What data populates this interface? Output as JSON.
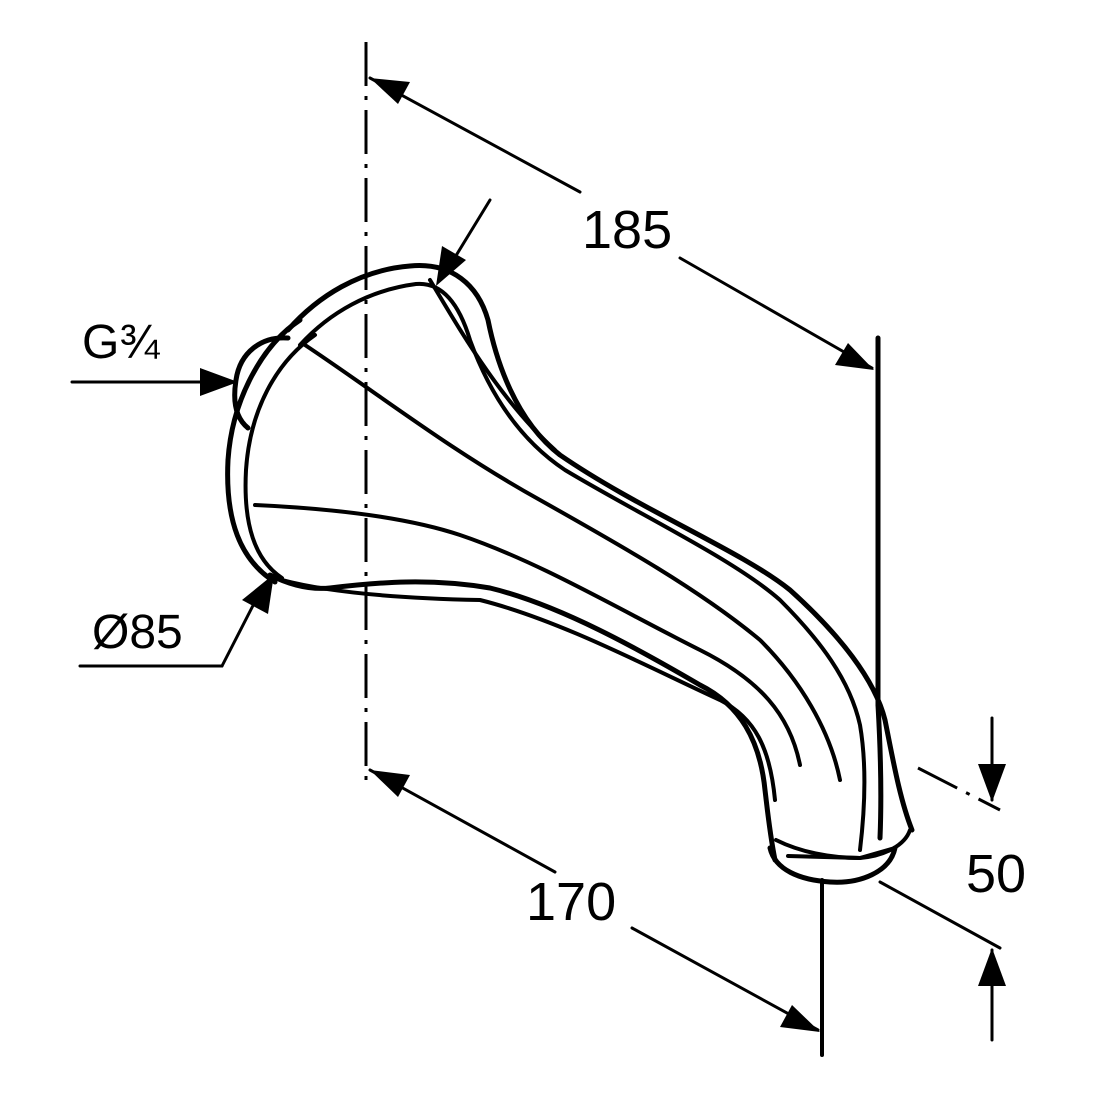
{
  "drawing": {
    "subject": "wall-mounted bath spout",
    "dimensions": {
      "length_top": "185",
      "length_bottom": "170",
      "height": "50"
    },
    "callouts": {
      "thread": "G¾",
      "flange_diameter": "Ø85"
    }
  }
}
